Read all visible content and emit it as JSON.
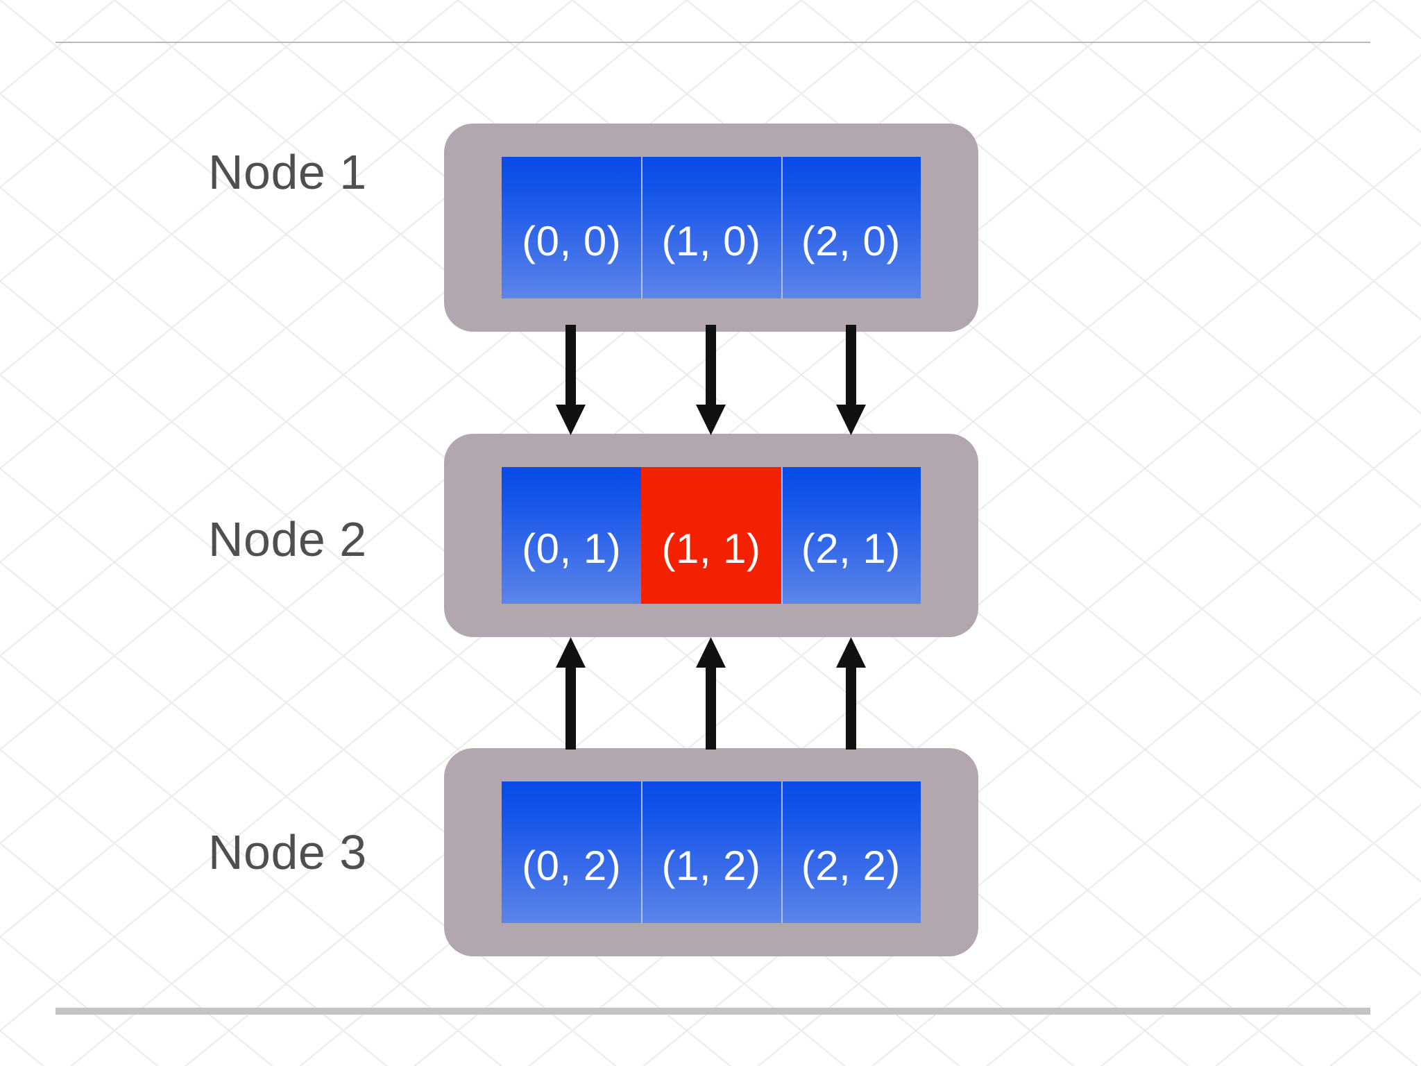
{
  "diagram": {
    "title": "Node Grid Distribution Diagram",
    "background_color": "#ffffff",
    "container_color": "#b3a7af",
    "cell_blue_top": "#0a4ae8",
    "cell_blue_bottom": "#5c85e9",
    "cell_red": "#f42100",
    "label_color": "#4f4f4f",
    "arrow_color": "#111111",
    "rule_top_color": "#b9b9b9",
    "rule_bottom_color": "#c4c4c4"
  },
  "rows": [
    {
      "label": "Node 1",
      "cells": [
        {
          "text": "(0, 0)",
          "color": "blue"
        },
        {
          "text": "(1, 0)",
          "color": "blue"
        },
        {
          "text": "(2, 0)",
          "color": "blue"
        }
      ]
    },
    {
      "label": "Node 2",
      "cells": [
        {
          "text": "(0, 1)",
          "color": "blue"
        },
        {
          "text": "(1, 1)",
          "color": "red"
        },
        {
          "text": "(2, 1)",
          "color": "blue"
        }
      ]
    },
    {
      "label": "Node 3",
      "cells": [
        {
          "text": "(0, 2)",
          "color": "blue"
        },
        {
          "text": "(1, 2)",
          "color": "blue"
        },
        {
          "text": "(2, 2)",
          "color": "blue"
        }
      ]
    }
  ],
  "arrows": {
    "down_group": {
      "direction": "down",
      "from_row": "Node 1",
      "to_row": "Node 2",
      "count": 3,
      "x_positions": [
        822,
        1024,
        1226
      ]
    },
    "up_group": {
      "direction": "up",
      "from_row": "Node 3",
      "to_row": "Node 2",
      "count": 3,
      "x_positions": [
        822,
        1024,
        1226
      ]
    }
  }
}
